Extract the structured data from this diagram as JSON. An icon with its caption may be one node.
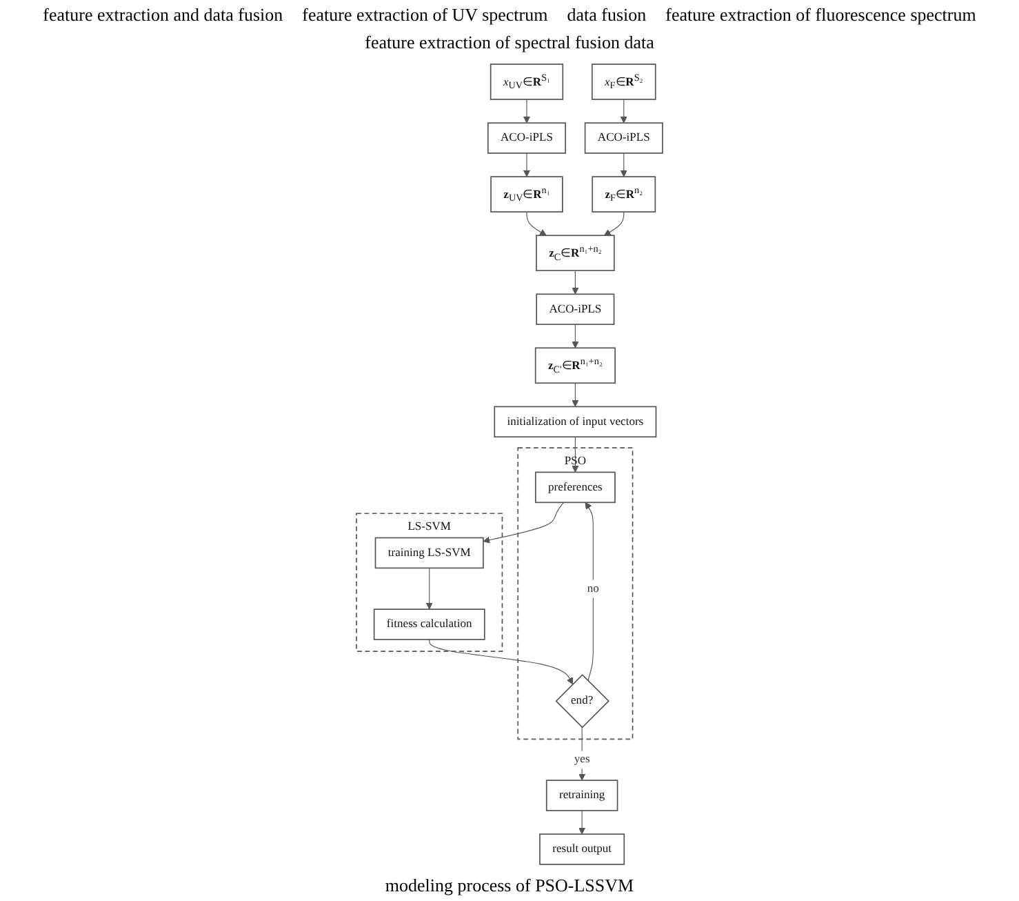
{
  "diagram": {
    "nodes": [
      {
        "text": [
          "*x*$_{UV}$∈**R**$^{S₁}$"
        ]
      },
      {
        "text": [
          "ACO-iPLS"
        ]
      },
      {
        "text": [
          "**z**$_{UV}$∈**R**$^{n₁}$"
        ]
      },
      {
        "text": [
          "*x*$_{F}$∈**R**$^{S₂}$"
        ]
      },
      {
        "text": [
          "ACO-iPLS"
        ]
      },
      {
        "text": [
          "**z**$_{F}$∈**R**$^{n₂}$"
        ]
      },
      {
        "text": [
          "**z**$_{C}$∈**R**$^{n₁+n₂}$"
        ]
      },
      {
        "text": [
          "ACO-iPLS"
        ]
      },
      {
        "text": [
          "**z**$_{C'}$∈**R**$^{n₁+n₂}$"
        ]
      },
      {
        "text": [
          "initialization of input vectors"
        ]
      },
      {
        "text": [
          "retraining"
        ]
      },
      {
        "text": [
          "result output"
        ]
      },
      {
        "text": [
          "PSO"
        ]
      },
      {
        "text": [
          "end?"
        ],
        "in": 12
      },
      {
        "text": [
          "preferences"
        ],
        "in": 12
      },
      {
        "text": [
          "LS-SVM"
        ]
      },
      {
        "text": [
          "training LS-SVM"
        ],
        "in": 15
      },
      {
        "text": [
          "fitness calculation"
        ],
        "in": 15
      }
    ],
    "edges": [
      {
        "from": 0,
        "to": 1,
        "arrow": "to"
      },
      {
        "from": 1,
        "to": 2,
        "arrow": "to"
      },
      {
        "from": 3,
        "to": 4,
        "arrow": "to"
      },
      {
        "from": 4,
        "to": 5,
        "arrow": "to"
      },
      {
        "from": 2,
        "to": 6,
        "arrow": "to"
      },
      {
        "from": 5,
        "to": 6,
        "arrow": "to"
      },
      {
        "from": 6,
        "to": 7,
        "arrow": "to"
      },
      {
        "from": 7,
        "to": 8,
        "arrow": "to"
      },
      {
        "from": 8,
        "to": 9,
        "arrow": "to"
      },
      {
        "from": 9,
        "to": 14,
        "arrow": "to"
      },
      {
        "from": 13,
        "to": 14,
        "label": "no",
        "arrow": "to"
      },
      {
        "from": 13,
        "to": 10,
        "label": "yes",
        "arrow": "to"
      },
      {
        "from": 10,
        "to": 11,
        "arrow": "to"
      },
      {
        "from": 14,
        "to": 16,
        "arrow": "to"
      },
      {
        "from": 16,
        "to": 17,
        "arrow": "to"
      },
      {
        "from": 17,
        "to": 13,
        "arrow": "to"
      }
    ],
    "labels": [
      "feature extraction and data fusion",
      "feature extraction of UV spectrum",
      "data fusion",
      "feature extraction of fluorescence spectrum",
      "feature extraction of spectral fusion data",
      "modeling process of PSO-LSSVM"
    ]
  }
}
